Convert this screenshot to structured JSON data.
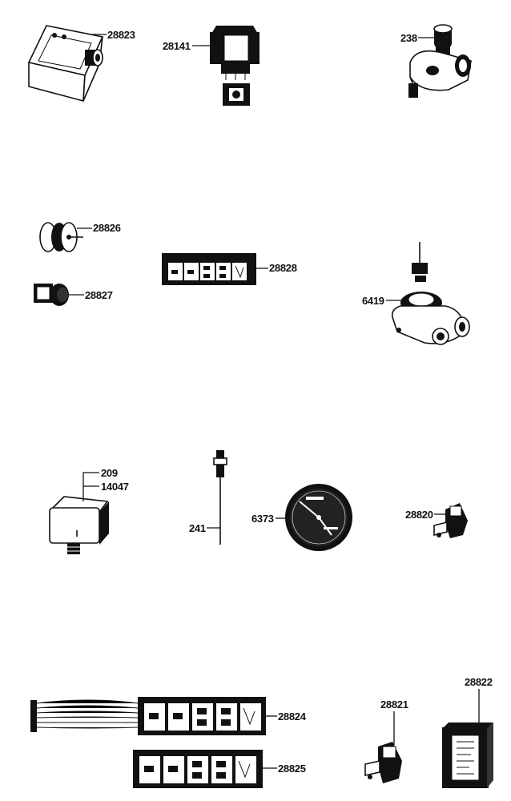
{
  "labels": {
    "p28823": "28823",
    "p28141": "28141",
    "p238": "238",
    "p28826": "28826",
    "p28827": "28827",
    "p28828": "28828",
    "p6419": "6419",
    "p209": "209",
    "p14047": "14047",
    "p241": "241",
    "p6373": "6373",
    "p28820": "28820",
    "p28824": "28824",
    "p28825": "28825",
    "p28821": "28821",
    "p28822": "28822"
  },
  "colors": {
    "ink": "#111111",
    "paper": "#ffffff",
    "shade": "#222222"
  }
}
